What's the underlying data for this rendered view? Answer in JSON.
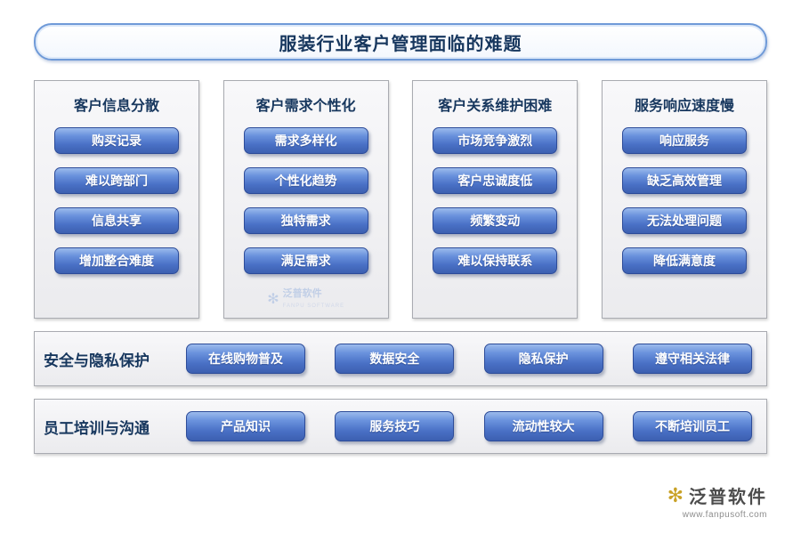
{
  "title": "服装行业客户管理面临的难题",
  "columns": [
    {
      "heading": "客户信息分散",
      "items": [
        "购买记录",
        "难以跨部门",
        "信息共享",
        "增加整合难度"
      ]
    },
    {
      "heading": "客户需求个性化",
      "items": [
        "需求多样化",
        "个性化趋势",
        "独特需求",
        "满足需求"
      ]
    },
    {
      "heading": "客户关系维护困难",
      "items": [
        "市场竞争激烈",
        "客户忠诚度低",
        "频繁变动",
        "难以保持联系"
      ]
    },
    {
      "heading": "服务响应速度慢",
      "items": [
        "响应服务",
        "缺乏高效管理",
        "无法处理问题",
        "降低满意度"
      ]
    }
  ],
  "rows": [
    {
      "label": "安全与隐私保护",
      "items": [
        "在线购物普及",
        "数据安全",
        "隐私保护",
        "遵守相关法律"
      ]
    },
    {
      "label": "员工培训与沟通",
      "items": [
        "产品知识",
        "服务技巧",
        "流动性较大",
        "不断培训员工"
      ]
    }
  ],
  "watermark": {
    "brand": "泛普软件",
    "sub": "FANPU SOFTWARE"
  },
  "footer": {
    "brand": "泛普软件",
    "url": "www.fanpusoft.com"
  },
  "colors": {
    "accent": "#3c5fb0",
    "heading": "#17375e"
  }
}
